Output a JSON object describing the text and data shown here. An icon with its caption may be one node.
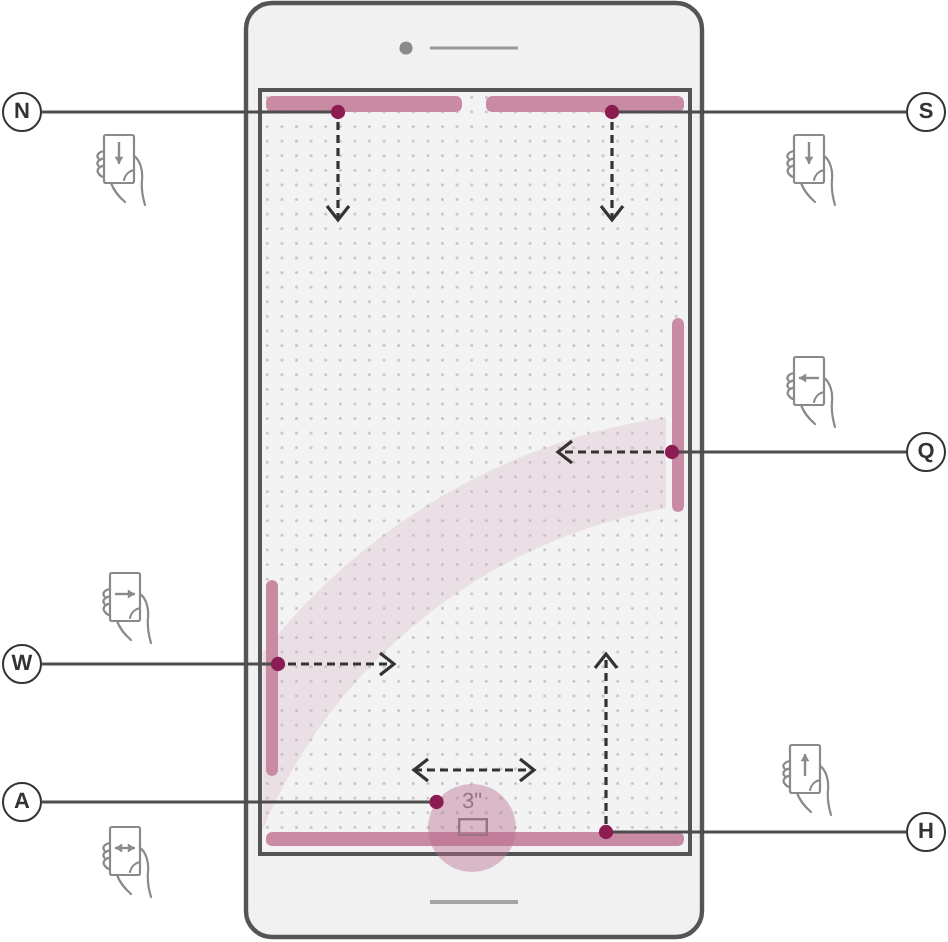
{
  "diagram": {
    "nodes": [
      {
        "text": [],
        "shape": "bar"
      },
      {
        "text": [],
        "shape": "bar"
      },
      {
        "text": [
          "N"
        ]
      },
      {
        "text": [
          "S"
        ]
      },
      {
        "text": [],
        "shape": "bar"
      },
      {
        "text": [
          "Q"
        ]
      },
      {
        "text": [],
        "shape": "bar"
      },
      {
        "text": [
          "W"
        ]
      },
      {
        "text": [
          "A"
        ]
      },
      {
        "text": [
          "3\""
        ]
      },
      {
        "text": [],
        "shape": "bar"
      },
      {
        "text": [
          "H"
        ]
      }
    ],
    "edges": [
      {
        "from": 2,
        "to": 0,
        "arrow": "other"
      },
      {
        "from": 3,
        "to": 1,
        "arrow": "other"
      },
      {
        "from": 5,
        "to": 4,
        "arrow": "other"
      },
      {
        "from": 7,
        "to": 6,
        "arrow": "other"
      },
      {
        "from": 8,
        "to": 9,
        "arrow": "other"
      },
      {
        "from": 11,
        "to": 10,
        "arrow": "other"
      }
    ]
  }
}
